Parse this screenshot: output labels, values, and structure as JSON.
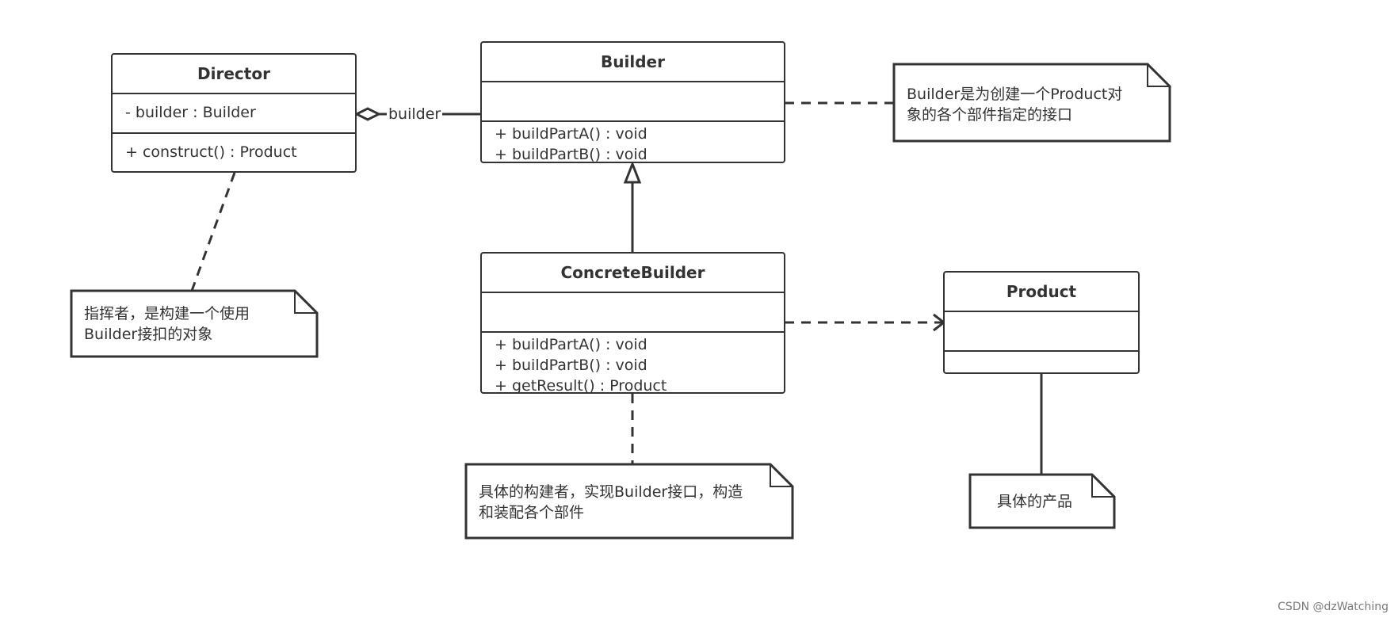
{
  "classes": {
    "director": {
      "name": "Director",
      "attributes": [
        "- builder : Builder"
      ],
      "operations": [
        "+ construct()  : Product"
      ]
    },
    "builder": {
      "name": "Builder",
      "attributes": [],
      "operations": [
        "+ buildPartA() : void",
        "+ buildPartB() : void"
      ]
    },
    "concrete_builder": {
      "name": "ConcreteBuilder",
      "attributes": [],
      "operations": [
        "+ buildPartA() : void",
        "+ buildPartB() : void",
        "+ getResult() : Product"
      ]
    },
    "product": {
      "name": "Product",
      "attributes": [],
      "operations": []
    }
  },
  "relations": {
    "aggregation_label": "builder"
  },
  "notes": {
    "director": [
      "指挥者，是构建一个使用",
      "Builder接扣的对象"
    ],
    "builder": [
      "Builder是为创建一个Product对",
      "象的各个部件指定的接口"
    ],
    "concrete_builder": [
      "具体的构建者，实现Builder接口，构造",
      "和装配各个部件"
    ],
    "product": [
      "具体的产品"
    ]
  },
  "watermark": "CSDN @dzWatching"
}
